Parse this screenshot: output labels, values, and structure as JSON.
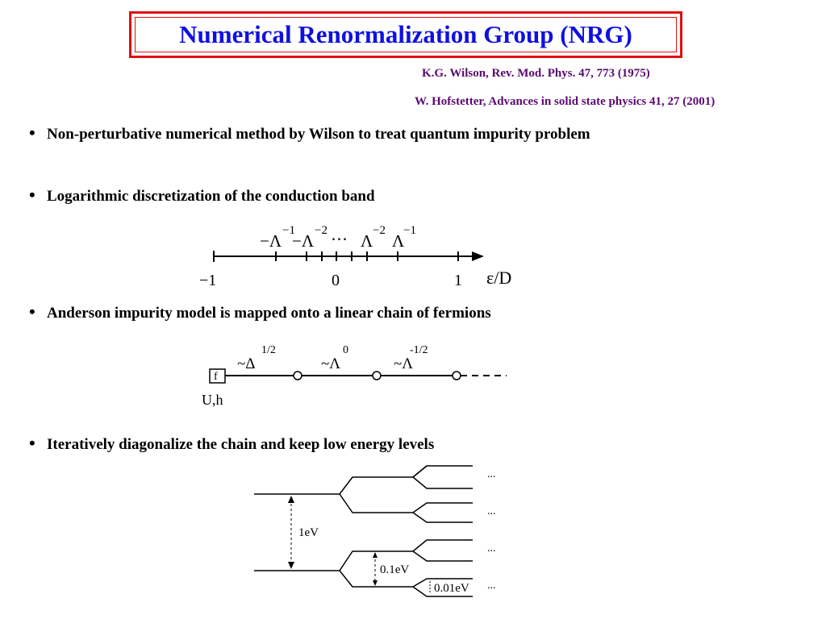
{
  "title": "Numerical Renormalization Group (NRG)",
  "references": [
    "K.G. Wilson, Rev. Mod. Phys. 47, 773 (1975)",
    "W. Hofstetter, Advances in solid state physics 41, 27 (2001)"
  ],
  "bullets": [
    "Non-perturbative numerical method by Wilson to treat quantum impurity problem",
    "Logarithmic discretization of the conduction band",
    "Anderson impurity model is mapped onto a linear chain of fermions",
    "Iteratively diagonalize the chain and keep low energy levels"
  ],
  "band_axis": {
    "tick_minus_one": "−1",
    "tick_zero": "0",
    "tick_one": "1",
    "axis_label": "ε/D",
    "lambda_symbol": "Λ",
    "neg_lambda_symbol": "−Λ",
    "exp_minus1": "−1",
    "exp_minus2": "−2",
    "ellipsis": "⋯"
  },
  "chain": {
    "impurity_label": "f",
    "impurity_params": "U,h",
    "hopping_1": "~Δ",
    "hopping_1_exp": "1/2",
    "hopping_2": "~Λ",
    "hopping_2_exp": "0",
    "hopping_3": "~Λ",
    "hopping_3_exp": "-1/2"
  },
  "levels": {
    "gap_1": "1eV",
    "gap_2": "0.1eV",
    "gap_3": "0.01eV",
    "ellipsis": "..."
  }
}
